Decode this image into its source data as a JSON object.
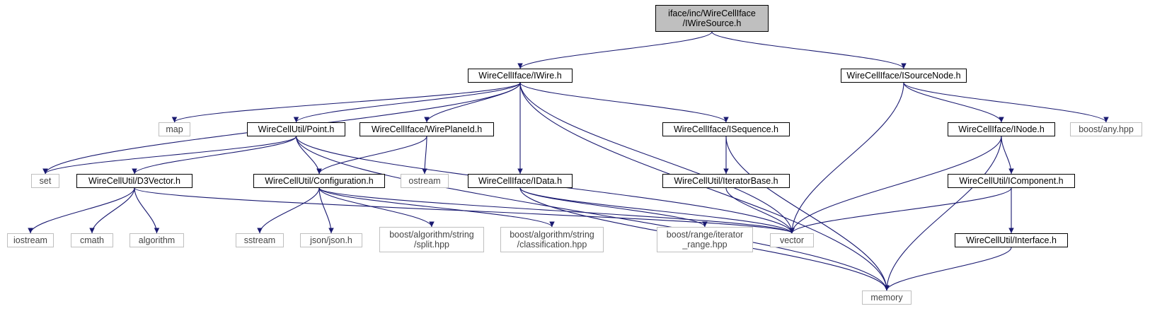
{
  "diagram": {
    "root": "iface/inc/WireCellIface\n/IWireSource.h",
    "nodes": {
      "iwire": "WireCellIface/IWire.h",
      "isourcenode": "WireCellIface/ISourceNode.h",
      "map": "map",
      "point": "WireCellUtil/Point.h",
      "wireplaneid": "WireCellIface/WirePlaneId.h",
      "isequence": "WireCellIface/ISequence.h",
      "inode": "WireCellIface/INode.h",
      "boostany": "boost/any.hpp",
      "set": "set",
      "d3vector": "WireCellUtil/D3Vector.h",
      "configuration": "WireCellUtil/Configuration.h",
      "ostream": "ostream",
      "idata": "WireCellIface/IData.h",
      "iteratorbase": "WireCellUtil/IteratorBase.h",
      "icomponent": "WireCellUtil/IComponent.h",
      "iostream": "iostream",
      "cmath": "cmath",
      "algorithm": "algorithm",
      "sstream": "sstream",
      "json": "json/json.h",
      "split": "boost/algorithm/string\n/split.hpp",
      "classification": "boost/algorithm/string\n/classification.hpp",
      "iterrange": "boost/range/iterator\n_range.hpp",
      "vector": "vector",
      "interface": "WireCellUtil/Interface.h",
      "memory": "memory"
    },
    "edges": [
      [
        "root",
        "iwire"
      ],
      [
        "root",
        "isourcenode"
      ],
      [
        "iwire",
        "map"
      ],
      [
        "iwire",
        "set"
      ],
      [
        "iwire",
        "point"
      ],
      [
        "iwire",
        "wireplaneid"
      ],
      [
        "iwire",
        "idata"
      ],
      [
        "iwire",
        "isequence"
      ],
      [
        "iwire",
        "vector"
      ],
      [
        "iwire",
        "memory"
      ],
      [
        "isourcenode",
        "vector"
      ],
      [
        "isourcenode",
        "inode"
      ],
      [
        "isourcenode",
        "boostany"
      ],
      [
        "point",
        "set"
      ],
      [
        "point",
        "d3vector"
      ],
      [
        "point",
        "configuration"
      ],
      [
        "point",
        "vector"
      ],
      [
        "point",
        "memory"
      ],
      [
        "wireplaneid",
        "configuration"
      ],
      [
        "wireplaneid",
        "ostream"
      ],
      [
        "isequence",
        "iteratorbase"
      ],
      [
        "isequence",
        "memory"
      ],
      [
        "inode",
        "vector"
      ],
      [
        "inode",
        "icomponent"
      ],
      [
        "inode",
        "memory"
      ],
      [
        "d3vector",
        "iostream"
      ],
      [
        "d3vector",
        "cmath"
      ],
      [
        "d3vector",
        "algorithm"
      ],
      [
        "d3vector",
        "vector"
      ],
      [
        "configuration",
        "sstream"
      ],
      [
        "configuration",
        "json"
      ],
      [
        "configuration",
        "split"
      ],
      [
        "configuration",
        "classification"
      ],
      [
        "configuration",
        "vector"
      ],
      [
        "idata",
        "vector"
      ],
      [
        "idata",
        "iterrange"
      ],
      [
        "idata",
        "memory"
      ],
      [
        "iteratorbase",
        "vector"
      ],
      [
        "icomponent",
        "vector"
      ],
      [
        "icomponent",
        "interface"
      ],
      [
        "interface",
        "memory"
      ]
    ],
    "colors": {
      "edge": "#191970",
      "root_fill": "#bfbfbf",
      "external_border": "#bfbfbf"
    }
  }
}
